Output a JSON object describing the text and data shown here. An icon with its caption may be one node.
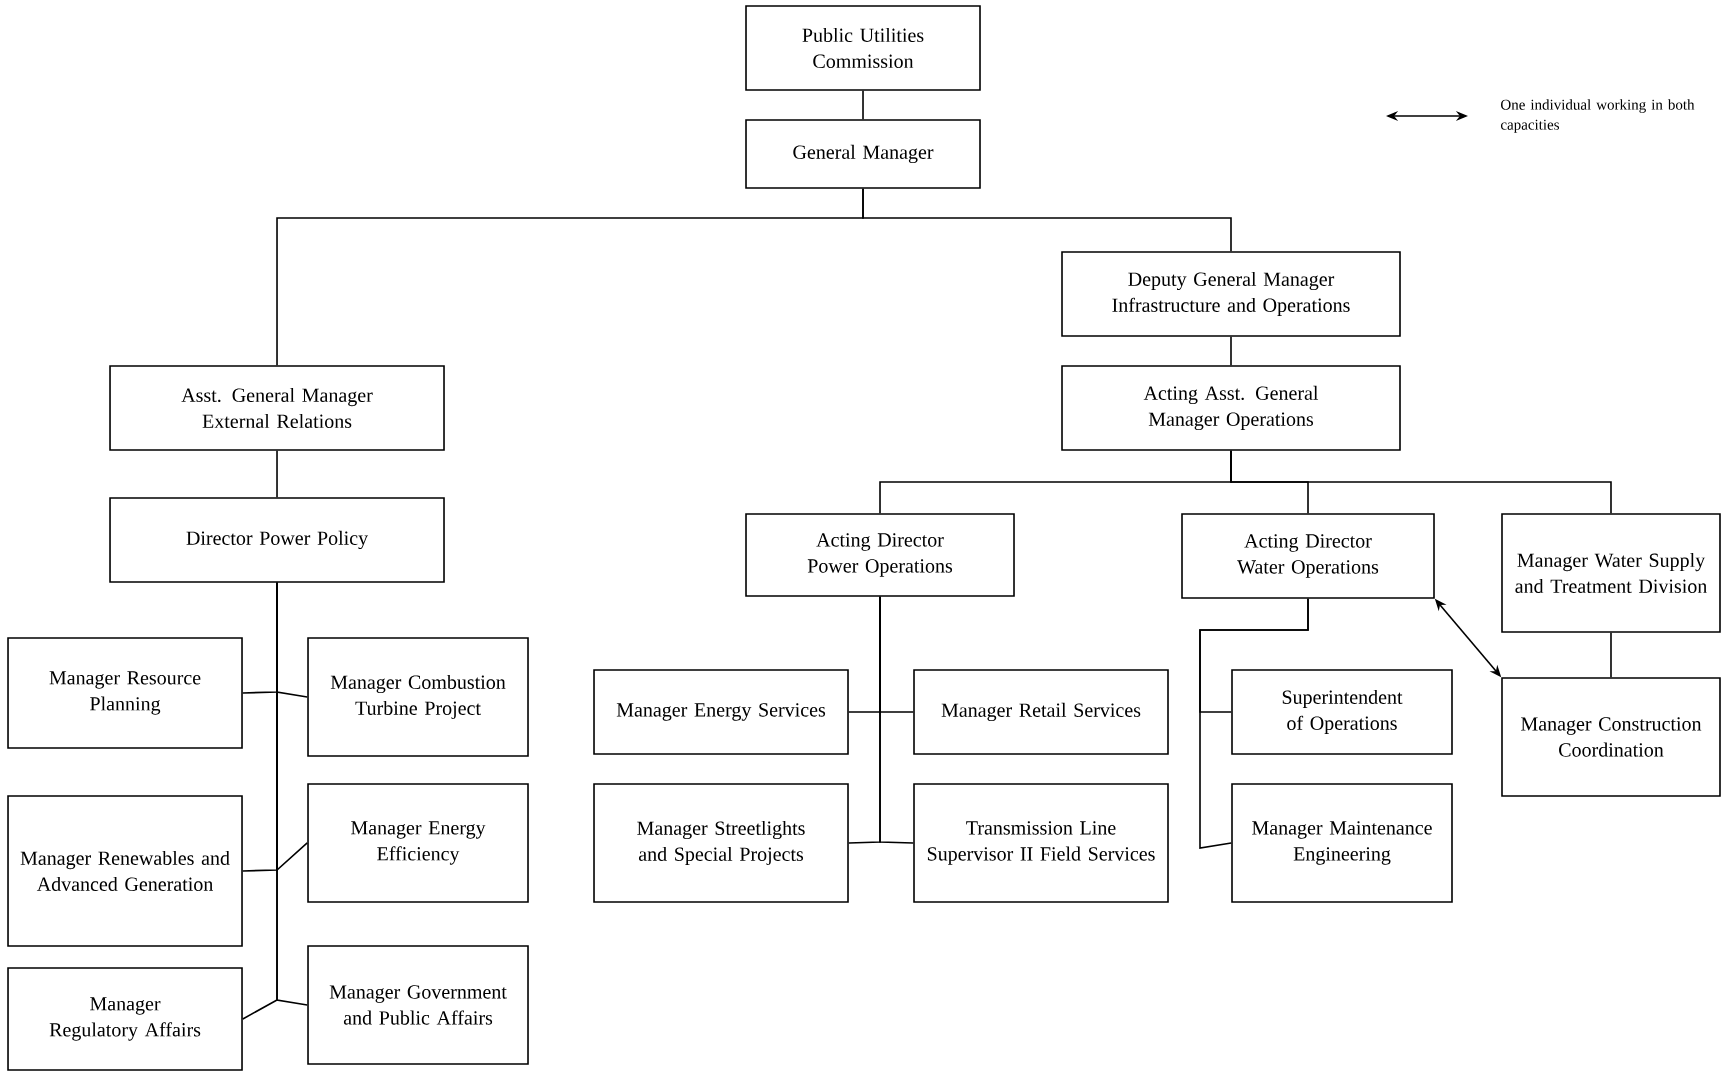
{
  "diagram": {
    "nodes": [
      {
        "text": [
          "Public Utilities Commission"
        ]
      },
      {
        "text": [
          "General Manager"
        ]
      },
      {
        "text": [
          "Deputy General Manager Infrastructure and Operations"
        ]
      },
      {
        "text": [
          "Asst. General Manager External Relations"
        ]
      },
      {
        "text": [
          "Acting Asst. General Manager Operations"
        ]
      },
      {
        "text": [
          "Director Power Policy"
        ]
      },
      {
        "text": [
          "Manager Resource Planning"
        ]
      },
      {
        "text": [
          "Manager Combustion Turbine Project"
        ]
      },
      {
        "text": [
          "Manager Renewables and Advanced Generation"
        ]
      },
      {
        "text": [
          "Manager Energy Efficiency"
        ]
      },
      {
        "text": [
          "Manager Regulatory Affairs"
        ]
      },
      {
        "text": [
          "Manager Government and Public Affairs"
        ]
      },
      {
        "text": [
          "Acting Director Power Operations"
        ]
      },
      {
        "text": [
          "Acting Director Water Operations"
        ]
      },
      {
        "text": [
          "Manager Water Supply and Treatment Division"
        ]
      },
      {
        "text": [
          "Manager Energy Services"
        ]
      },
      {
        "text": [
          "Manager Retail Services"
        ]
      },
      {
        "text": [
          "Manager Streetlights and Special Projects"
        ]
      },
      {
        "text": [
          "Transmission Line Supervisor II Field Services"
        ]
      },
      {
        "text": [
          "Superintendent of Operations"
        ]
      },
      {
        "text": [
          "Manager Maintenance Engineering"
        ]
      },
      {
        "text": [
          "Manager Construction Coordination"
        ]
      }
    ],
    "edges": [
      {
        "from": 0,
        "to": 1,
        "arrow": "none"
      },
      {
        "from": 1,
        "to": 3,
        "arrow": "none"
      },
      {
        "from": 1,
        "to": 2,
        "arrow": "none"
      },
      {
        "from": 2,
        "to": 4,
        "arrow": "none"
      },
      {
        "from": 3,
        "to": 5,
        "arrow": "none"
      },
      {
        "from": 5,
        "to": 6,
        "arrow": "none"
      },
      {
        "from": 5,
        "to": 7,
        "arrow": "none"
      },
      {
        "from": 5,
        "to": 8,
        "arrow": "none"
      },
      {
        "from": 5,
        "to": 9,
        "arrow": "none"
      },
      {
        "from": 5,
        "to": 10,
        "arrow": "none"
      },
      {
        "from": 5,
        "to": 11,
        "arrow": "none"
      },
      {
        "from": 4,
        "to": 12,
        "arrow": "none"
      },
      {
        "from": 4,
        "to": 13,
        "arrow": "none"
      },
      {
        "from": 4,
        "to": 14,
        "arrow": "none"
      },
      {
        "from": 12,
        "to": 15,
        "arrow": "none"
      },
      {
        "from": 12,
        "to": 16,
        "arrow": "none"
      },
      {
        "from": 12,
        "to": 17,
        "arrow": "none"
      },
      {
        "from": 12,
        "to": 18,
        "arrow": "none"
      },
      {
        "from": 13,
        "to": 19,
        "arrow": "none"
      },
      {
        "from": 13,
        "to": 20,
        "arrow": "none"
      },
      {
        "from": 14,
        "to": 21,
        "arrow": "none"
      },
      {
        "from": 13,
        "to": 21,
        "arrow": "both"
      }
    ],
    "legend": [
      {
        "text": "One individual working in both capacities"
      }
    ]
  }
}
